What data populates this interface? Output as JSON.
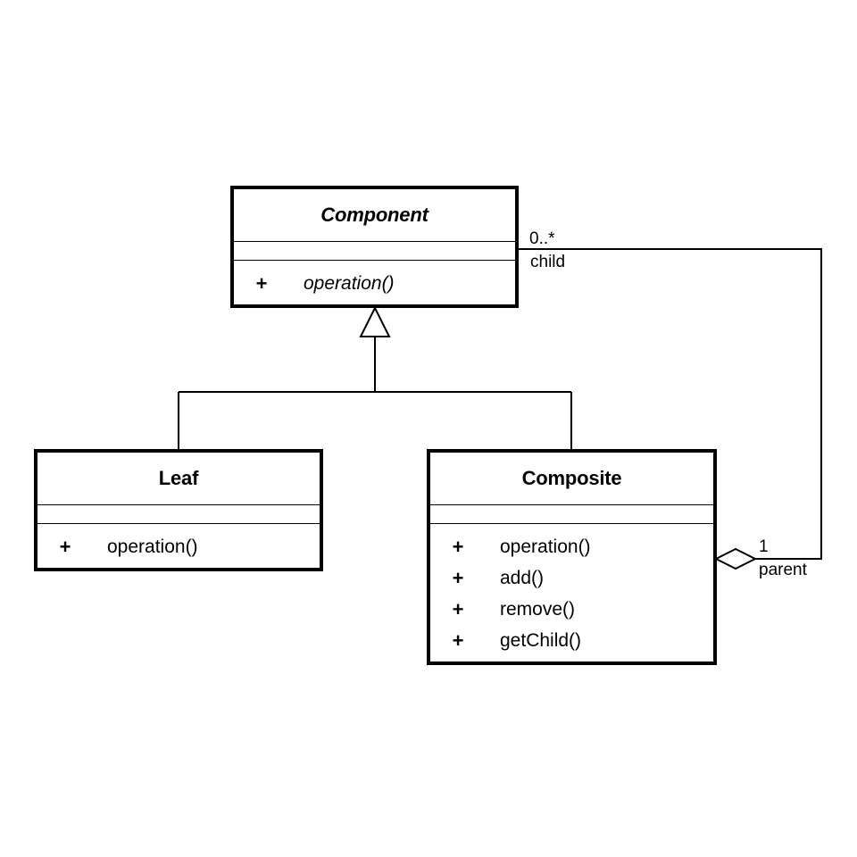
{
  "classes": {
    "component": {
      "name": "Component",
      "abstract": true,
      "operations": [
        {
          "visibility": "+",
          "signature": "operation()",
          "abstract": true
        }
      ]
    },
    "leaf": {
      "name": "Leaf",
      "abstract": false,
      "operations": [
        {
          "visibility": "+",
          "signature": "operation()"
        }
      ]
    },
    "composite": {
      "name": "Composite",
      "abstract": false,
      "operations": [
        {
          "visibility": "+",
          "signature": "operation()"
        },
        {
          "visibility": "+",
          "signature": "add()"
        },
        {
          "visibility": "+",
          "signature": "remove()"
        },
        {
          "visibility": "+",
          "signature": "getChild()"
        }
      ]
    }
  },
  "relationships": {
    "generalization": {
      "type": "inheritance",
      "from": [
        "Leaf",
        "Composite"
      ],
      "to": "Component"
    },
    "aggregation": {
      "type": "aggregation",
      "child_end": {
        "multiplicity": "0..*",
        "role": "child"
      },
      "parent_end": {
        "multiplicity": "1",
        "role": "parent"
      }
    }
  }
}
